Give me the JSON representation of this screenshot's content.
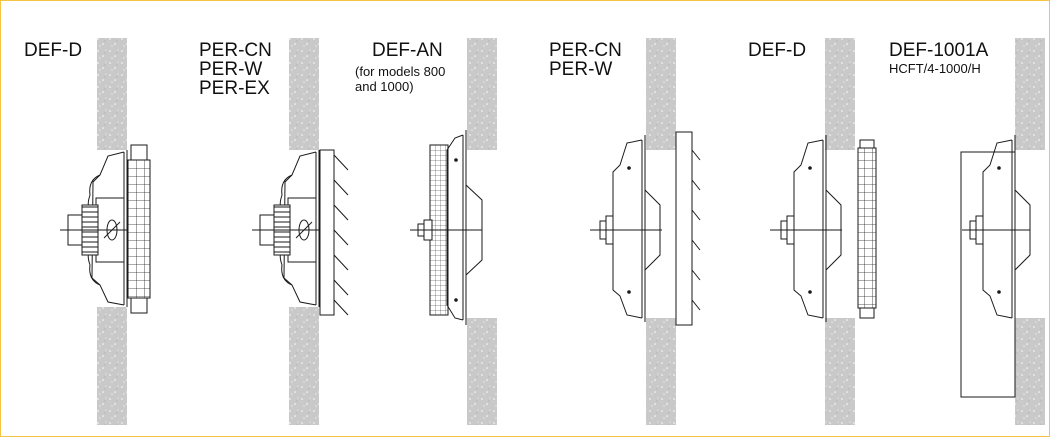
{
  "colors": {
    "frame_border": "#f5c445",
    "wall_fill": "#c9c9c9",
    "line": "#1a1a1a"
  },
  "diagrams": [
    {
      "title": "DEF-D",
      "lines": []
    },
    {
      "title": "PER-CN",
      "lines": [
        "PER-W",
        "PER-EX"
      ]
    },
    {
      "title": "DEF-AN",
      "note": [
        "(for models 800",
        "and 1000)"
      ]
    },
    {
      "title": "PER-CN",
      "lines": [
        "PER-W"
      ]
    },
    {
      "title": "DEF-D",
      "lines": []
    },
    {
      "title": "DEF-1001A",
      "subtitle": "HCFT/4-1000/H"
    }
  ]
}
